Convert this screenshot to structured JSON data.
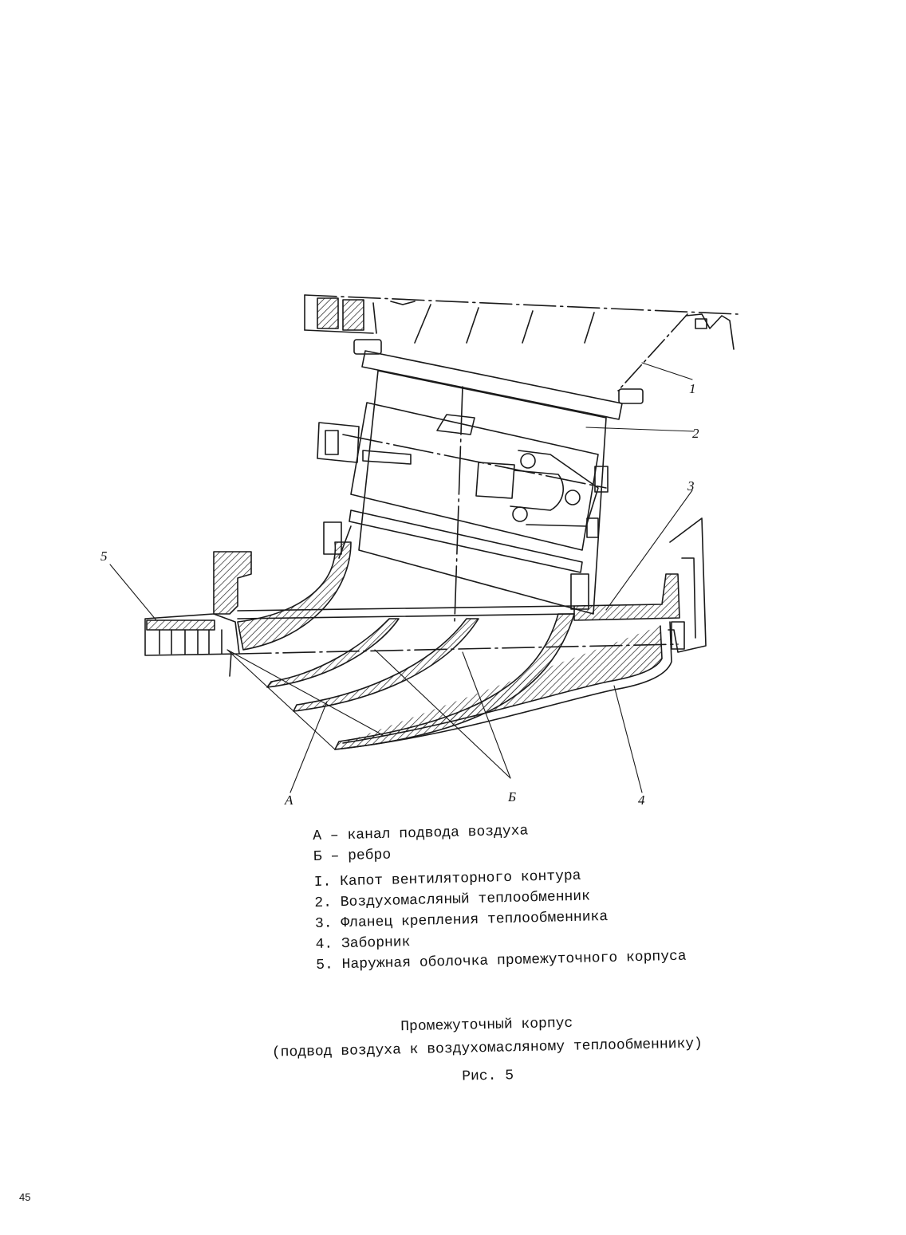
{
  "callouts": {
    "n1": "1",
    "n2": "2",
    "n3": "3",
    "n4": "4",
    "n5": "5",
    "a": "А",
    "b": "Б"
  },
  "legend": {
    "letters": [
      "А – канал подвода воздуха",
      "Б – ребро"
    ],
    "items": [
      "I. Капот вентиляторного контура",
      "2. Воздухомасляный теплообменник",
      "3. Фланец крепления теплообменника",
      "4. Заборник",
      "5. Наружная оболочка промежуточного корпуса"
    ]
  },
  "caption": {
    "title": "Промежуточный корпус",
    "subtitle": "(подвод воздуха к воздухомасляному теплообменнику)",
    "figure": "Рис. 5"
  },
  "page_number": "45"
}
